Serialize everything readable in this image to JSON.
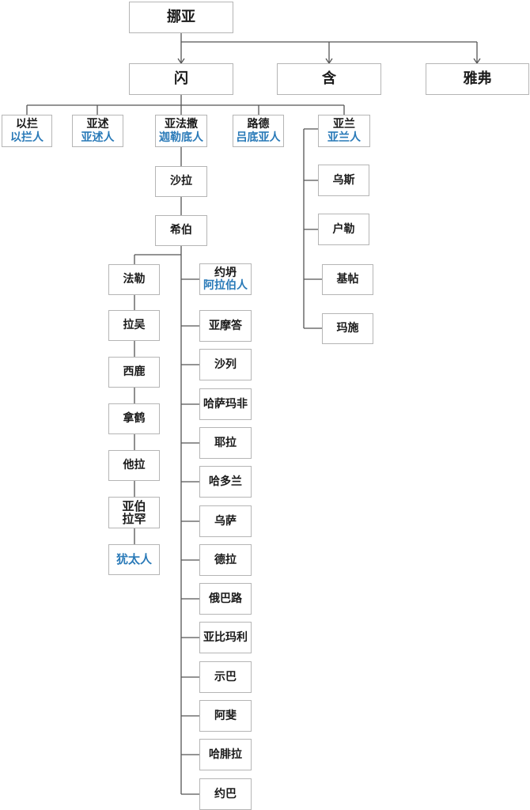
{
  "colors": {
    "people_text": "#2a7ab8",
    "line": "#555555",
    "box_border": "#b5b5b5",
    "text": "#1a1a1a"
  },
  "nodes": {
    "noah": {
      "name": "挪亚"
    },
    "shem": {
      "name": "闪"
    },
    "ham": {
      "name": "含"
    },
    "japheth": {
      "name": "雅弗"
    },
    "elam": {
      "name": "以拦",
      "people": "以拦人"
    },
    "asshur": {
      "name": "亚述",
      "people": "亚述人"
    },
    "arphaxad": {
      "name": "亚法撒",
      "people": "迦勒底人"
    },
    "lud": {
      "name": "路德",
      "people": "吕底亚人"
    },
    "aram": {
      "name": "亚兰",
      "people": "亚兰人"
    },
    "uz": {
      "name": "乌斯"
    },
    "hul": {
      "name": "户勒"
    },
    "gether": {
      "name": "基帖"
    },
    "mash": {
      "name": "玛施"
    },
    "shelah": {
      "name": "沙拉"
    },
    "eber": {
      "name": "希伯"
    },
    "peleg": {
      "name": "法勒"
    },
    "reu": {
      "name": "拉吴"
    },
    "serug": {
      "name": "西鹿"
    },
    "nahor": {
      "name": "拿鹤"
    },
    "terah": {
      "name": "他拉"
    },
    "abraham": {
      "name_line1": "亚伯",
      "name_line2": "拉罕"
    },
    "jews": {
      "people": "犹太人"
    },
    "joktan": {
      "name": "约坍",
      "people": "阿拉伯人"
    },
    "joktan_sons": [
      {
        "name": "亚摩答"
      },
      {
        "name": "沙列"
      },
      {
        "name": "哈萨玛非"
      },
      {
        "name": "耶拉"
      },
      {
        "name": "哈多兰"
      },
      {
        "name": "乌萨"
      },
      {
        "name": "德拉"
      },
      {
        "name": "俄巴路"
      },
      {
        "name": "亚比玛利"
      },
      {
        "name": "示巴"
      },
      {
        "name": "阿斐"
      },
      {
        "name": "哈腓拉"
      },
      {
        "name": "约巴"
      }
    ]
  }
}
